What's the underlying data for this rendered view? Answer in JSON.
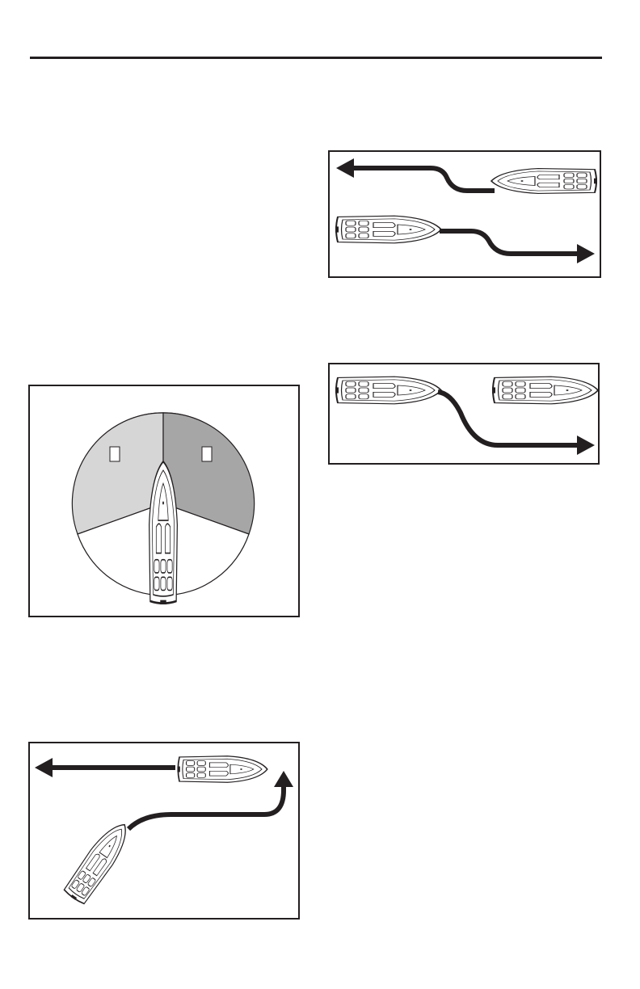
{
  "page": {
    "figures": [
      {
        "name": "sector-diagram",
        "light_color": "#d6d6d6",
        "dark_color": "#a6a6a6",
        "white_color": "#ffffff"
      },
      {
        "name": "crossing-diagram"
      },
      {
        "name": "meeting-head-on-diagram"
      },
      {
        "name": "overtaking-diagram"
      }
    ],
    "colors": {
      "line": "#231f20",
      "paper": "#ffffff"
    }
  }
}
